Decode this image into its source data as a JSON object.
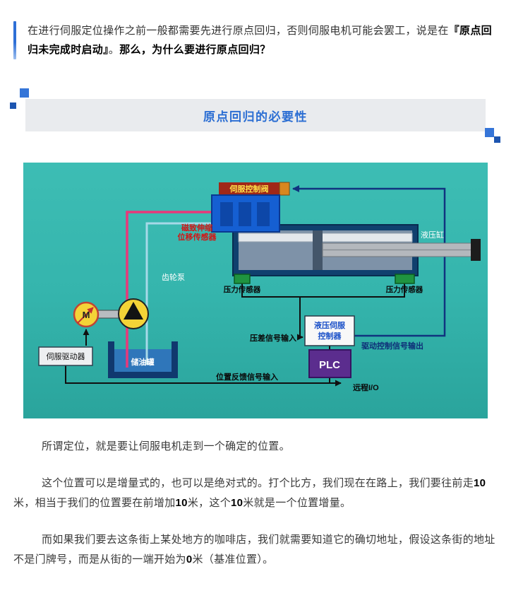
{
  "intro": {
    "segments": [
      {
        "text": "在进行伺服定位操作之前一般都需要先进行原点回归，否则伺服电机可能会罢工，说是在",
        "bold": false
      },
      {
        "text": "『原点回归未完成时启动』",
        "bold": true
      },
      {
        "text": "。",
        "bold": false
      },
      {
        "text": "那么，为什么要进行原点回归？",
        "bold": true
      }
    ]
  },
  "section_header": {
    "title": "原点回归的必要性",
    "accent_color": "#2b6ed3",
    "banner_bg": "#e9ebee"
  },
  "diagram": {
    "bg_color": "#35b5ad",
    "labels": {
      "servo_valve": "伺服控制阀",
      "displacement_sensor_line1": "磁致伸缩",
      "displacement_sensor_line2": "位移传感器",
      "hydraulic_cylinder": "液压缸",
      "gear_pump": "齿轮泵",
      "pressure_sensor_left": "压力传感器",
      "pressure_sensor_right": "压力传感器",
      "motor": "M",
      "servo_driver": "伺服驱动器",
      "oil_tank": "储油罐",
      "controller_line1": "液压伺服",
      "controller_line2": "控制器",
      "plc": "PLC",
      "pressure_diff_input": "压差信号输入",
      "drive_control_output": "驱动控制信号输出",
      "position_feedback_input": "位置反馈信号输入",
      "remote_io": "远程I/O"
    }
  },
  "paragraphs": [
    {
      "segments": [
        {
          "text": "所谓定位，就是要让伺服电机走到一个确定的位置。",
          "bold": false
        }
      ]
    },
    {
      "segments": [
        {
          "text": "这个位置可以是增量式的，也可以是绝对式的。打个比方，我们现在在路上，我们要往前走",
          "bold": false
        },
        {
          "text": "10",
          "bold": true
        },
        {
          "text": "米，相当于我们的位置要在前增加",
          "bold": false
        },
        {
          "text": "10",
          "bold": true
        },
        {
          "text": "米，这个",
          "bold": false
        },
        {
          "text": "10",
          "bold": true
        },
        {
          "text": "米就是一个位置增量。",
          "bold": false
        }
      ]
    },
    {
      "segments": [
        {
          "text": "而如果我们要去这条街上某处地方的咖啡店，我们就需要知道它的确切地址，假设这条街的地址不是门牌号，而是从街的一端开始为",
          "bold": false
        },
        {
          "text": "0",
          "bold": true
        },
        {
          "text": "米（基准位置）。",
          "bold": false
        }
      ]
    }
  ]
}
